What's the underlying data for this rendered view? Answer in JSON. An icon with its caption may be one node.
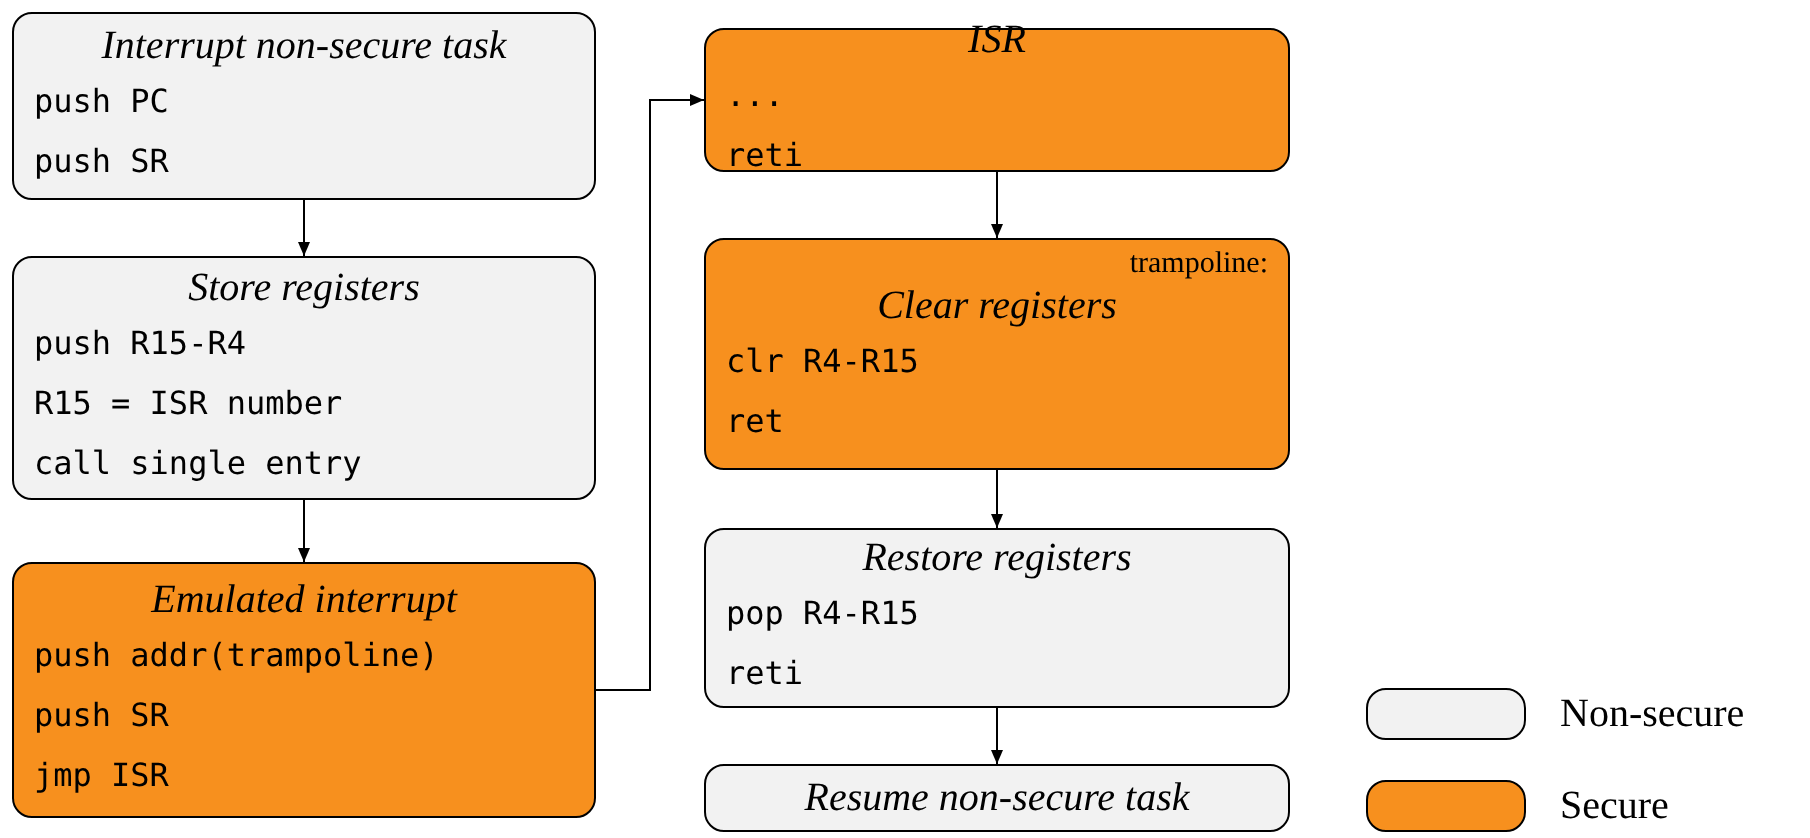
{
  "diagram": {
    "nodes": [
      {
        "text": [
          "Interrupt non-secure task",
          "push PC",
          "push SR"
        ]
      },
      {
        "text": [
          "Store registers",
          "push R15-R4",
          "R15 = ISR number",
          "call single entry"
        ]
      },
      {
        "text": [
          "Emulated interrupt",
          "push addr(trampoline)",
          "push SR",
          "jmp ISR"
        ]
      },
      {
        "text": [
          "ISR",
          "...",
          "reti"
        ]
      },
      {
        "text": [
          "trampoline:",
          "Clear registers",
          "clr R4-R15",
          "ret"
        ]
      },
      {
        "text": [
          "Restore registers",
          "pop R4-R15",
          "reti"
        ]
      },
      {
        "text": [
          "Resume non-secure task"
        ]
      }
    ],
    "edges": [
      {
        "from": 0,
        "to": 1,
        "arrow": "to"
      },
      {
        "from": 1,
        "to": 2,
        "arrow": "to"
      },
      {
        "from": 2,
        "to": 3,
        "arrow": "to"
      },
      {
        "from": 3,
        "to": 4,
        "arrow": "to"
      },
      {
        "from": 4,
        "to": 5,
        "arrow": "to"
      },
      {
        "from": 5,
        "to": 6,
        "arrow": "to"
      }
    ],
    "legend": [
      {
        "text": "Non-secure",
        "color": "#f2f2f2"
      },
      {
        "text": "Secure",
        "color": "#f7901e"
      }
    ]
  }
}
